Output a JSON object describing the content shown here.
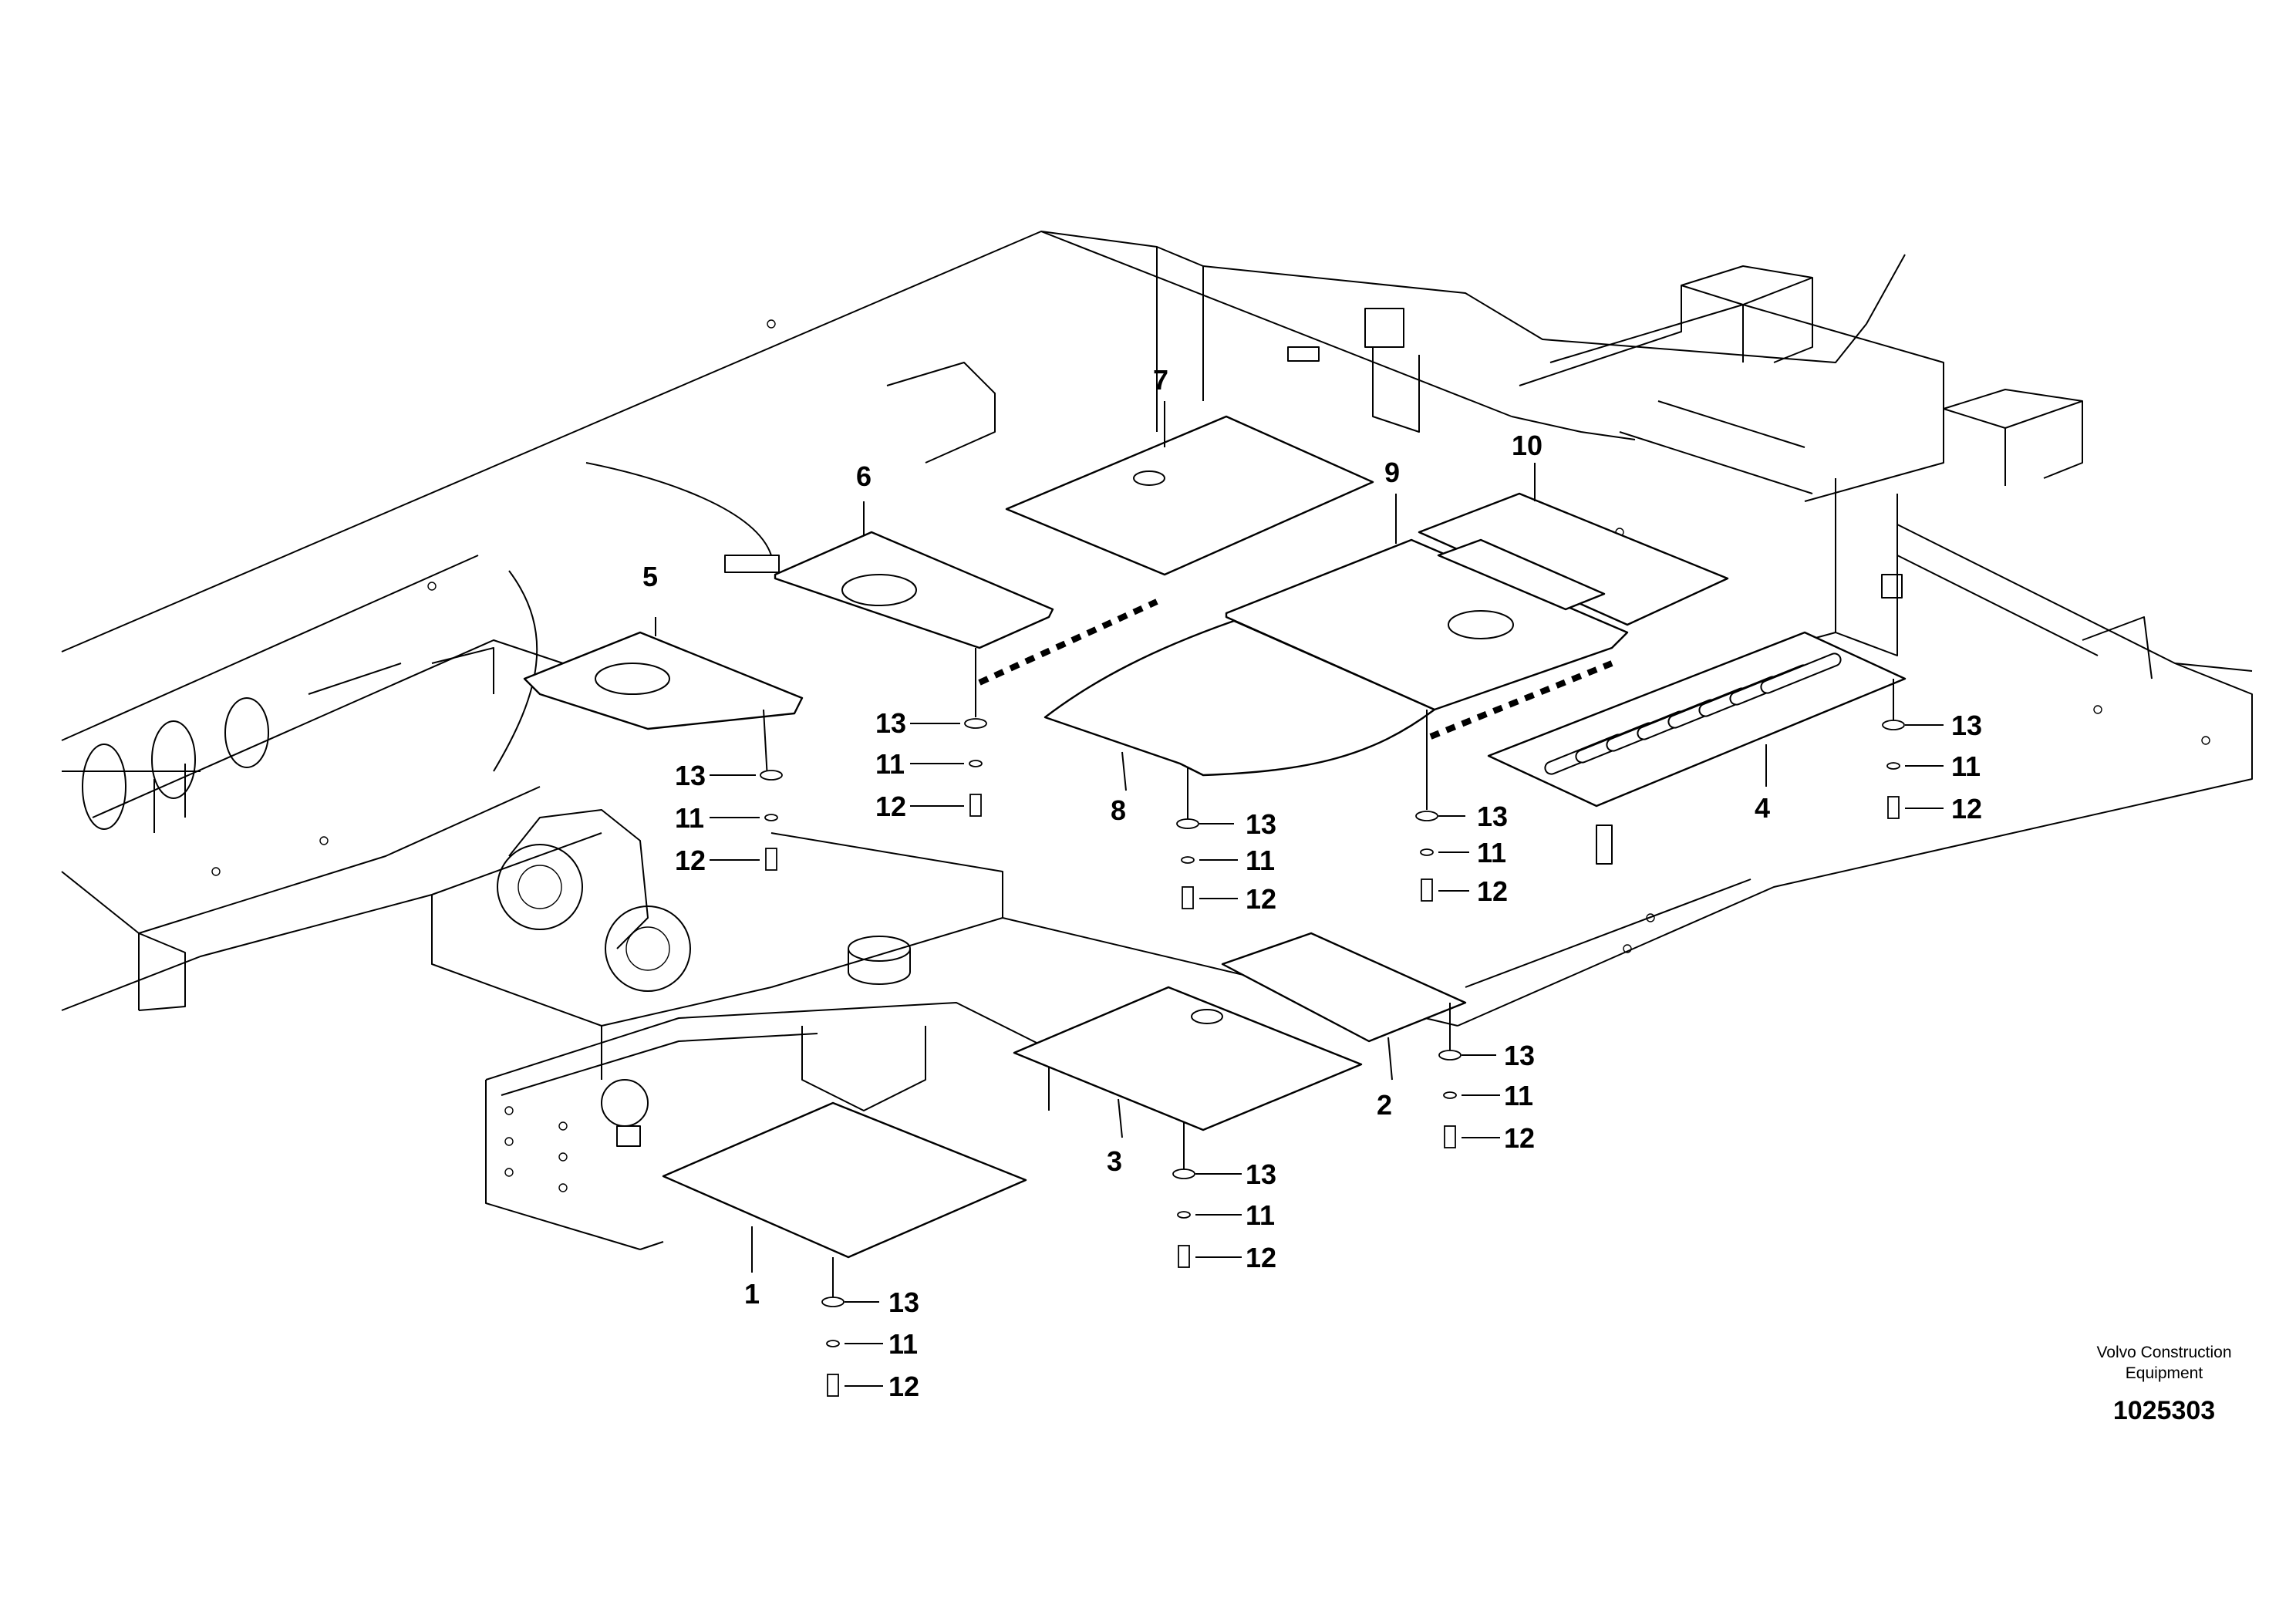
{
  "figure": {
    "id": "1025303",
    "credit_line1": "Volvo Construction",
    "credit_line2": "Equipment"
  },
  "callouts": {
    "p1": "1",
    "p2": "2",
    "p3": "3",
    "p4": "4",
    "p5": "5",
    "p6": "6",
    "p7": "7",
    "p8": "8",
    "p9": "9",
    "p10": "10"
  },
  "fasteners": {
    "washer": "13",
    "lock_washer": "11",
    "screw": "12"
  }
}
